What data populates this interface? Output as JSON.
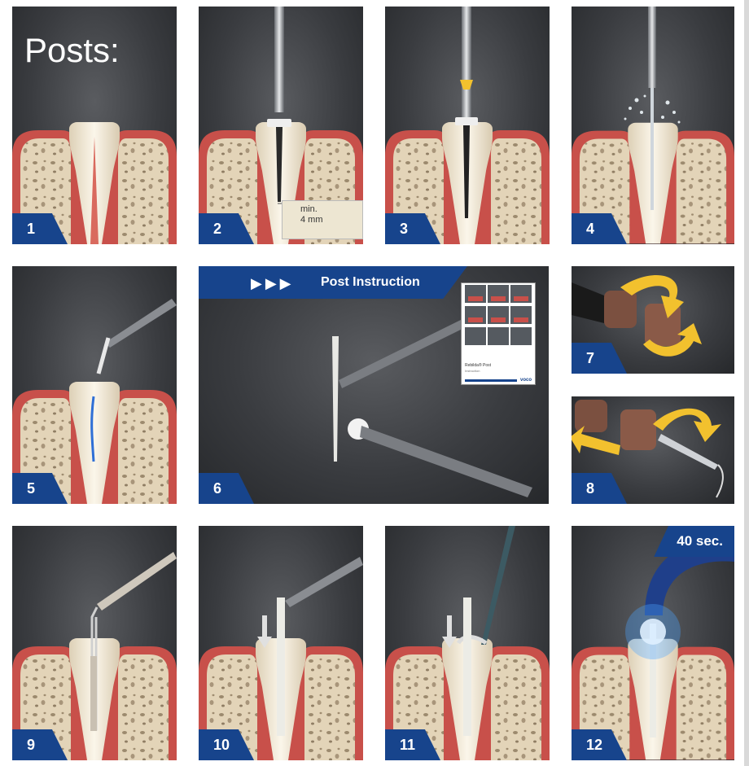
{
  "title": "Posts:",
  "panels": {
    "p1": {
      "number": "1"
    },
    "p2": {
      "number": "2",
      "depth_label_line1": "min.",
      "depth_label_line2": "4 mm"
    },
    "p3": {
      "number": "3"
    },
    "p4": {
      "number": "4"
    },
    "p5": {
      "number": "5"
    },
    "p6": {
      "number": "6",
      "banner_arrows": "▶▶▶",
      "banner_text": "Post Instruction",
      "doc_title": "Rebilda® Post",
      "doc_subtitle": "Instruction",
      "doc_brand": "voco"
    },
    "p7": {
      "number": "7"
    },
    "p8": {
      "number": "8"
    },
    "p9": {
      "number": "9"
    },
    "p10": {
      "number": "10"
    },
    "p11": {
      "number": "11"
    },
    "p12": {
      "number": "12",
      "time_badge": "40 sec."
    }
  },
  "colors": {
    "badge_blue": "#17448c",
    "gum_red": "#c8504a",
    "bone": "#e6d8bd",
    "tooth": "#f1ead9",
    "cure_light": "#4aa3ff",
    "arrow_yellow": "#f2c12e"
  }
}
